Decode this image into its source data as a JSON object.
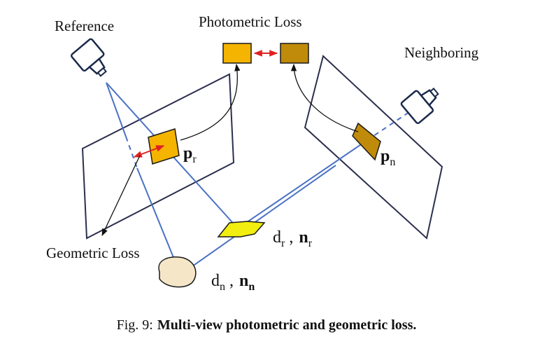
{
  "labels": {
    "reference": "Reference",
    "photometric_loss": "Photometric Loss",
    "neighboring": "Neighboring",
    "geometric_loss": "Geometric Loss"
  },
  "math": {
    "p_r": {
      "base": "p",
      "sub": "r"
    },
    "p_n": {
      "base": "p",
      "sub": "n"
    },
    "d_r": {
      "base": "d",
      "sub": "r"
    },
    "n_r": {
      "base": "n",
      "sub": "r"
    },
    "d_n": {
      "base": "d",
      "sub": "n"
    },
    "n_n": {
      "base": "n",
      "sub": "n"
    },
    "comma": ","
  },
  "caption": {
    "prefix": "Fig. 9:",
    "title": "Multi-view photometric and geometric loss."
  },
  "colors": {
    "ray": "#4a72c4",
    "plane_stroke": "#2b2f4d",
    "ref_patch": "#f5b400",
    "neighbor_patch": "#c08a0a",
    "red_arrow": "#e02020",
    "surface_r": "#f2ee10",
    "surface_n": "#f5e6c8",
    "camera": "#1a2a4a"
  },
  "icons": {
    "reference_camera": "camera-icon",
    "neighbor_camera": "camera-icon"
  }
}
